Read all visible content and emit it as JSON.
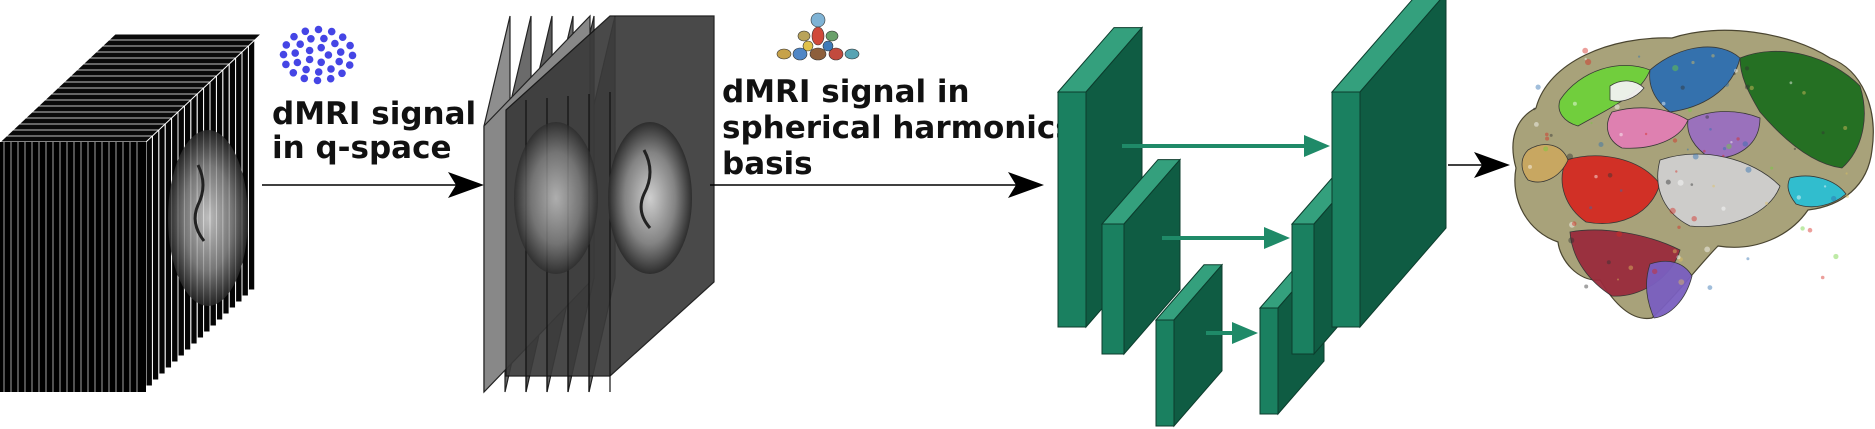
{
  "labels": {
    "qspace_line1": "dMRI signal",
    "qspace_line2": "in q-space",
    "sh_line1": "dMRI signal in",
    "sh_line2": "spherical  harmonics",
    "sh_line3": "basis"
  },
  "icons": {
    "qspace_points": "q-space-points-icon",
    "sh_basis": "spherical-harmonics-icon",
    "brain": "brain-parcellation-icon"
  },
  "colors": {
    "network_block": "#1a8060",
    "network_side": "#0f5c43",
    "network_top": "#34a07d",
    "skip_arrow": "#1f8a68",
    "qspace_dots": "#2424e0"
  }
}
